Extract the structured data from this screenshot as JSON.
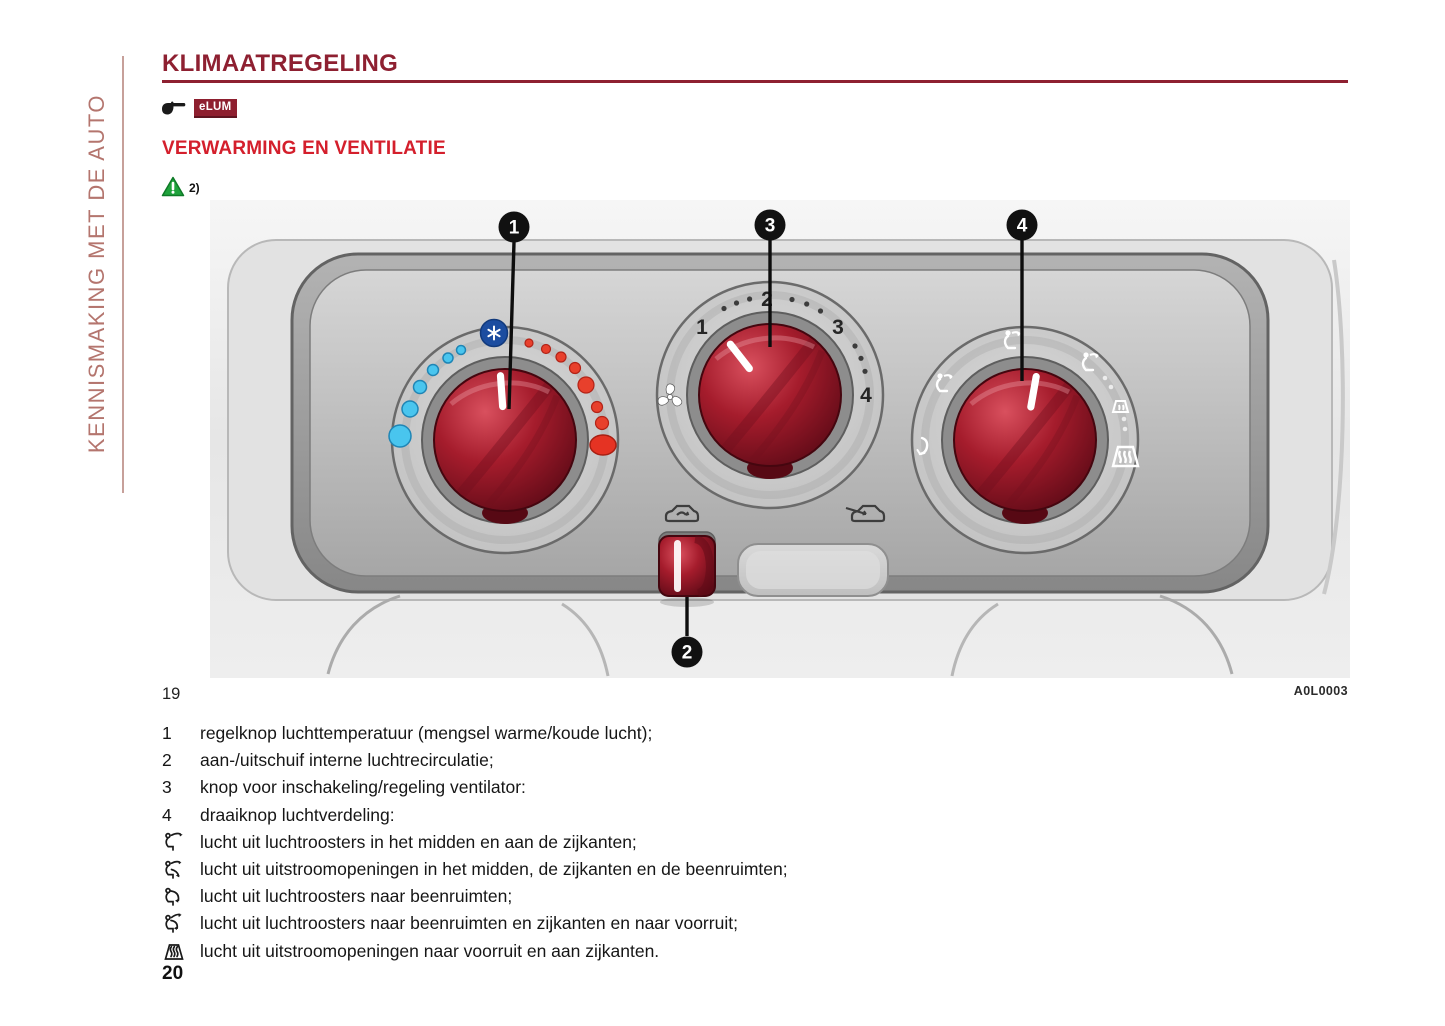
{
  "sidebar": {
    "label": "KENNISMAKING MET DE AUTO"
  },
  "header": {
    "title": "KLIMAATREGELING",
    "elum_badge": "eLUM",
    "subtitle": "VERWARMING EN VENTILATIE",
    "figure_note": "2)"
  },
  "figure": {
    "number": "19",
    "code": "A0L0003",
    "callouts": [
      "1",
      "2",
      "3",
      "4"
    ],
    "fan_labels": [
      "1",
      "2",
      "3",
      "4"
    ]
  },
  "legend": {
    "numbered": [
      {
        "num": "1",
        "text": "regelknop luchttemperatuur (mengsel warme/koude lucht);"
      },
      {
        "num": "2",
        "text": "aan-/uitschuif interne luchtrecirculatie;"
      },
      {
        "num": "3",
        "text": "knop voor inschakeling/regeling ventilator:"
      },
      {
        "num": "4",
        "text": "draaiknop luchtverdeling:"
      }
    ],
    "icons": [
      {
        "icon": "vent-mid-side-icon",
        "text": "lucht uit luchtroosters in het midden en aan de zijkanten;"
      },
      {
        "icon": "vent-mid-side-feet-icon",
        "text": "lucht uit uitstroomopeningen in het midden, de zijkanten en de beenruimten;"
      },
      {
        "icon": "vent-feet-icon",
        "text": "lucht uit luchtroosters naar beenruimten;"
      },
      {
        "icon": "vent-feet-windshield-icon",
        "text": "lucht uit luchtroosters naar beenruimten en zijkanten en naar voorruit;"
      },
      {
        "icon": "defrost-windshield-icon",
        "text": "lucht uit uitstroomopeningen naar voorruit en aan zijkanten."
      }
    ]
  },
  "footer": {
    "page_number": "20"
  },
  "colors": {
    "title_red": "#8e2031",
    "subtitle_red": "#d41f2c",
    "sidebar_rose": "#b4756e",
    "knob_red": "#a51c2c",
    "cold_blue": "#49c5ee",
    "hot_red": "#e8402c"
  }
}
